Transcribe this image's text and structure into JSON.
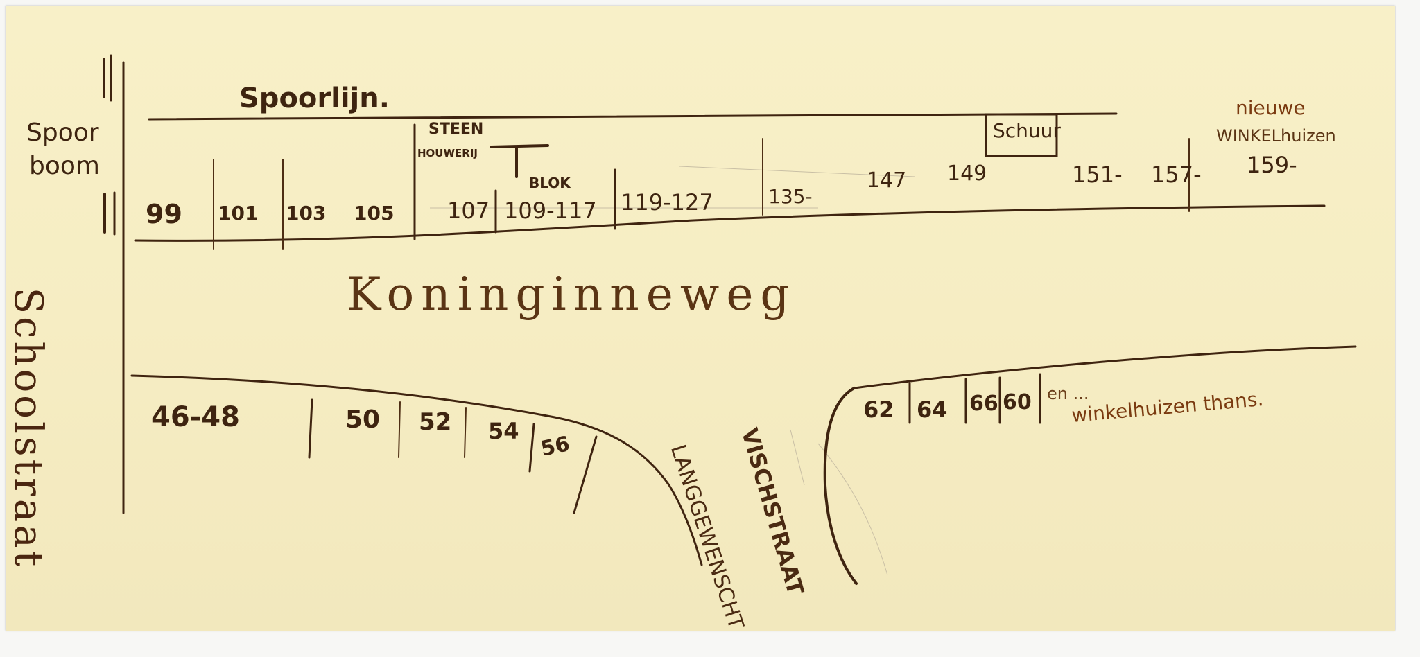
{
  "map": {
    "labels": {
      "spoorlijn": "Spoorlijn.",
      "spoorboom_1": "Spoor",
      "spoorboom_2": "boom",
      "steen_1": "STEEN",
      "steen_2": "HOUWERIJ",
      "blok": "BLOK",
      "schuur": "Schuur",
      "nieuwe_1": "nieuwe",
      "nieuwe_2": "WINKELhuizen",
      "koninginneweg": "Koninginneweg",
      "schoolstraat": "Schoolstraat",
      "langgewenscht": "LANGGEWENSCHT",
      "vischstraat": "VISCHSTRAAT",
      "winkelhuizen_thans": "winkelhuizen thans."
    },
    "north_numbers": [
      "99",
      "101",
      "103",
      "105",
      "107",
      "109-117",
      "119-127",
      "135-",
      "147",
      "149",
      "151-",
      "157-",
      "159-"
    ],
    "south_numbers": [
      "46-48",
      "50",
      "52",
      "54",
      "56",
      "62",
      "64",
      "66",
      "60",
      "en ..."
    ]
  }
}
